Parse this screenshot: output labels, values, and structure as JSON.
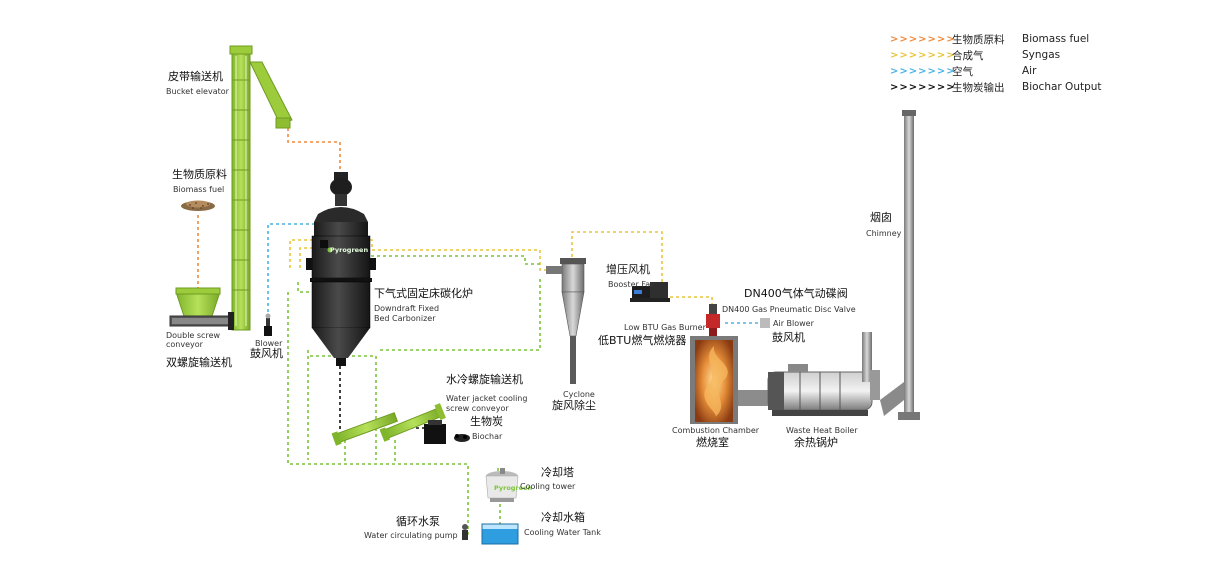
{
  "colors": {
    "biomass": "#f08a3c",
    "syngas": "#e8c43a",
    "air": "#49b3e6",
    "biochar": "#111111",
    "water": "#7cc43a",
    "equipment_green": "#9ccc3c",
    "equipment_dark": "#2b2b2b",
    "steel": "#8a8a8a"
  },
  "legend": [
    {
      "key": "biomass",
      "zh": "生物质原料",
      "en": "Biomass fuel"
    },
    {
      "key": "syngas",
      "zh": "合成气",
      "en": "Syngas"
    },
    {
      "key": "air",
      "zh": "空气",
      "en": "Air"
    },
    {
      "key": "biochar",
      "zh": "生物炭输出",
      "en": "Biochar Output"
    }
  ],
  "labels": {
    "bucket_elevator": {
      "zh": "皮带输送机",
      "en": "Bucket elevator"
    },
    "biomass_fuel": {
      "zh": "生物质原料",
      "en": "Biomass fuel"
    },
    "double_screw": {
      "zh": "双螺旋输送机",
      "en": "Double screw conveyor"
    },
    "blower": {
      "zh": "鼓风机",
      "en": "Blower"
    },
    "carbonizer": {
      "zh": "下气式固定床碳化炉",
      "en1": "Downdraft Fixed",
      "en2": "Bed Carbonizer"
    },
    "water_screw": {
      "zh": "水冷螺旋输送机",
      "en1": "Water jacket cooling",
      "en2": "screw conveyor"
    },
    "biochar": {
      "zh": "生物炭",
      "en": "Biochar"
    },
    "cyclone": {
      "zh": "旋风除尘",
      "en": "Cyclone"
    },
    "booster_fan": {
      "zh": "增压风机",
      "en": "Booster Fan"
    },
    "valve": {
      "zh": "DN400气体气动碟阀",
      "en": "DN400 Gas Pneumatic Disc Valve"
    },
    "air_blower": {
      "zh": "鼓风机",
      "en": "Air Blower"
    },
    "burner": {
      "zh": "低BTU燃气燃烧器",
      "en": "Low BTU Gas Burner"
    },
    "combustion": {
      "zh": "燃烧室",
      "en": "Combustion Chamber"
    },
    "boiler": {
      "zh": "余热锅炉",
      "en": "Waste Heat Boiler"
    },
    "chimney": {
      "zh": "烟囱",
      "en": "Chimney"
    },
    "cooling_tower": {
      "zh": "冷却塔",
      "en": "Cooling tower"
    },
    "cooling_tank": {
      "zh": "冷却水箱",
      "en": "Cooling Water Tank"
    },
    "pump": {
      "zh": "循环水泵",
      "en": "Water circulating pump"
    }
  },
  "brand": "Pyrogreen"
}
